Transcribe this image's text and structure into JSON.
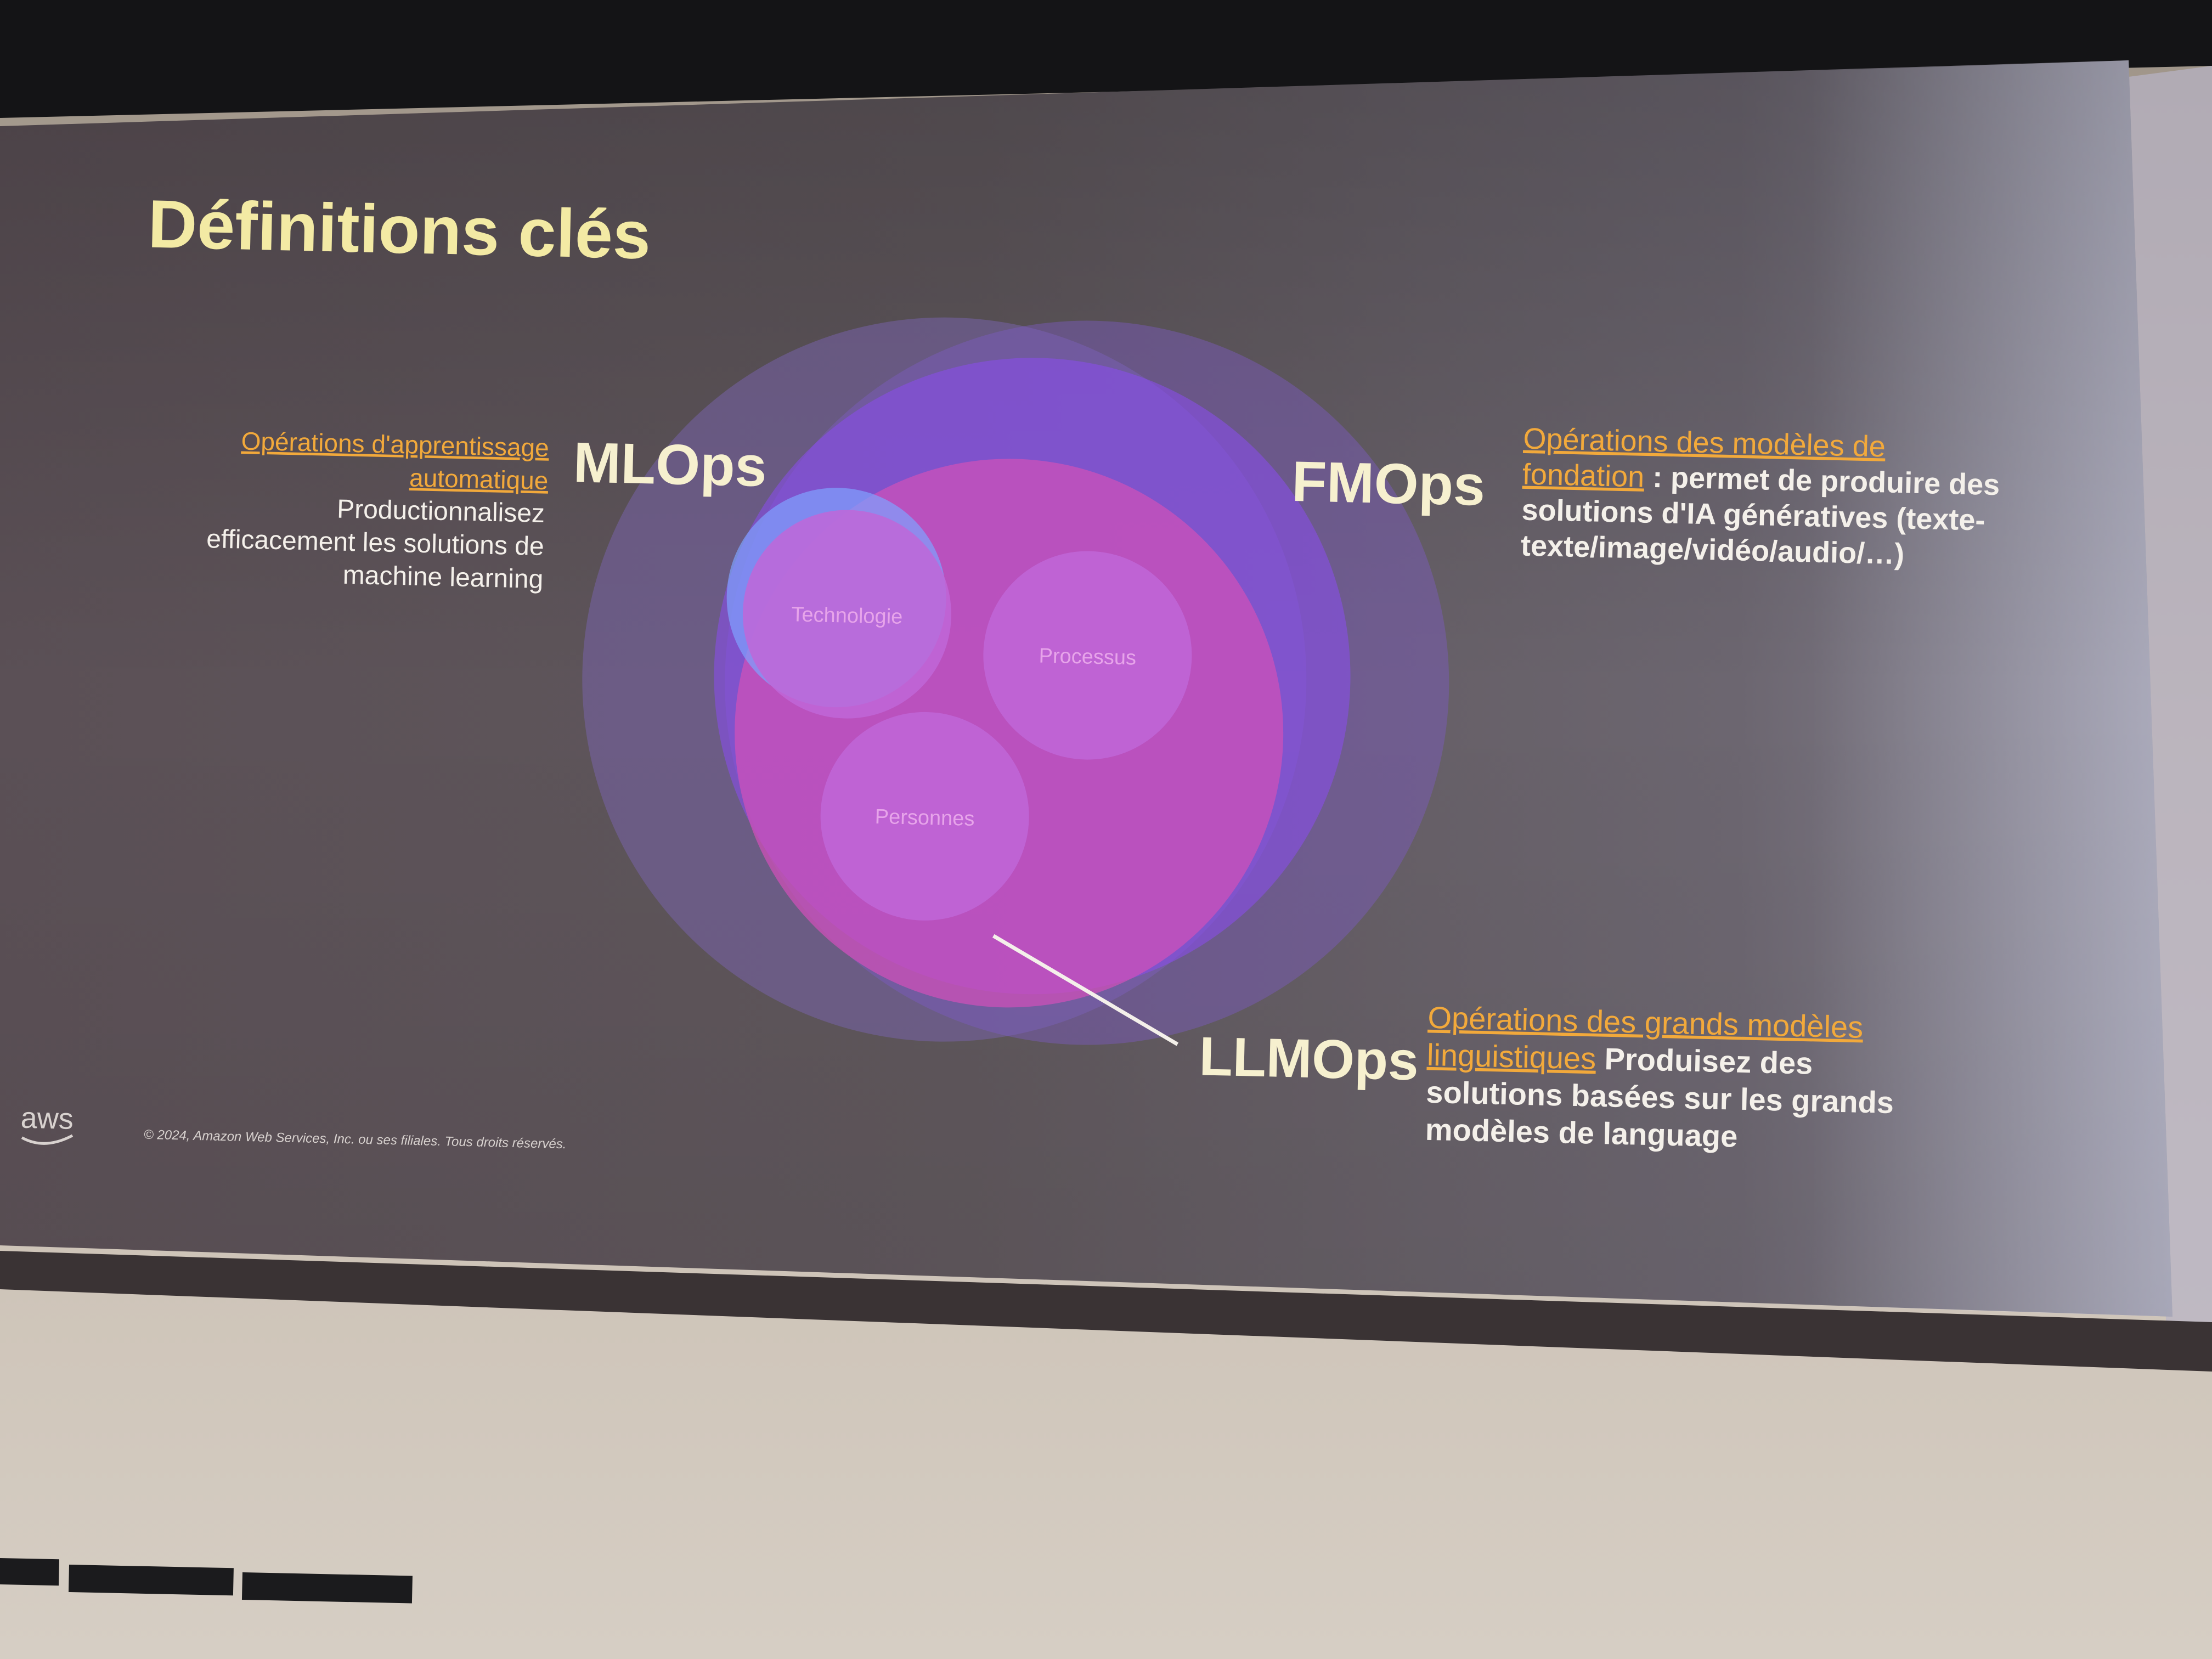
{
  "slide": {
    "title": "Définitions clés",
    "mlops": {
      "label": "MLOps",
      "link_line1": "Opérations d'apprentissage",
      "link_line2": "automatique",
      "desc_line1": "Productionnalisez",
      "desc_line2": "efficacement les solutions de",
      "desc_line3": "machine learning"
    },
    "fmops": {
      "label": "FMOps",
      "link_line1": "Opérations des modèles de",
      "link_line2": "fondation",
      "line2_rest": " : permet de produire des",
      "line3": "solutions d'IA génératives (texte-",
      "line4": "texte/image/vidéo/audio/…)"
    },
    "llmops": {
      "label": "LLMOps",
      "link_line1": "Opérations des grands modèles",
      "link_line2": "linguistiques",
      "line2_rest": " Produisez des",
      "line3": "solutions basées sur les grands",
      "line4": "modèles de language"
    },
    "inner": {
      "technologie": "Technologie",
      "processus": "Processus",
      "personnes": "Personnes"
    },
    "footer": {
      "logo": "aws",
      "copyright": "© 2024, Amazon Web Services, Inc. ou ses filiales. Tous droits réservés."
    }
  },
  "colors": {
    "slide_bg": "#62595f",
    "title": "#f3eaa4",
    "label": "#f6f0cf",
    "link": "#f2a93b",
    "body": "#f4f0ea",
    "outer_circle": "#7a64b0",
    "fm_circle": "#8a4cf0",
    "llm_circle": "#d051b8",
    "small_circle": "#c066d8",
    "blue_circle": "#7fa2ff",
    "wall": "#c7bcae"
  }
}
